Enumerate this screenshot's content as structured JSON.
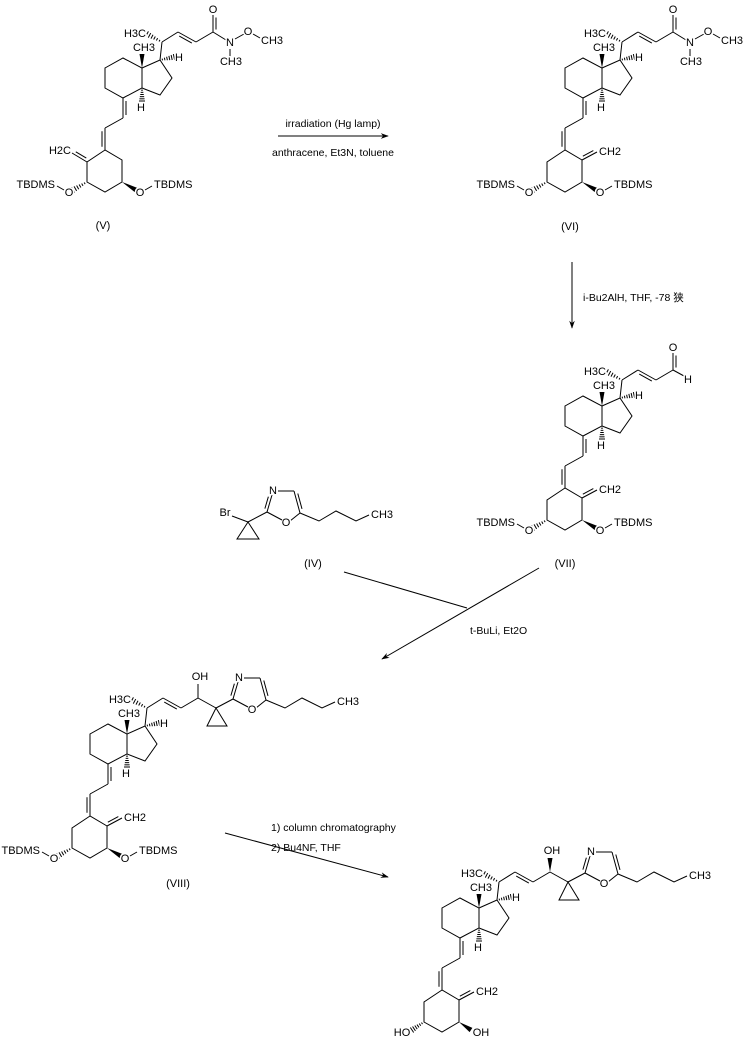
{
  "compounds": {
    "V": "(V)",
    "VI": "(VI)",
    "VII": "(VII)",
    "IV": "(IV)",
    "VIII": "(VIII)"
  },
  "reactions": {
    "step1": {
      "above": "irradiation (Hg lamp)",
      "below": "anthracene, Et3N, toluene"
    },
    "step2": {
      "label": "i-Bu2AlH, THF, -78 狭"
    },
    "step3": {
      "label": "t-BuLi, Et2O"
    },
    "step4": {
      "line1": "1) column chromatography",
      "line2": "2) Bu4NF, THF"
    }
  },
  "atoms": {
    "h3c": "H3C",
    "ch3": "CH3",
    "h": "H",
    "o": "O",
    "n": "N",
    "tbdms": "TBDMS",
    "h2c": "H2C",
    "ch2": "CH2",
    "oh": "OH",
    "ho": "HO",
    "br": "Br"
  }
}
